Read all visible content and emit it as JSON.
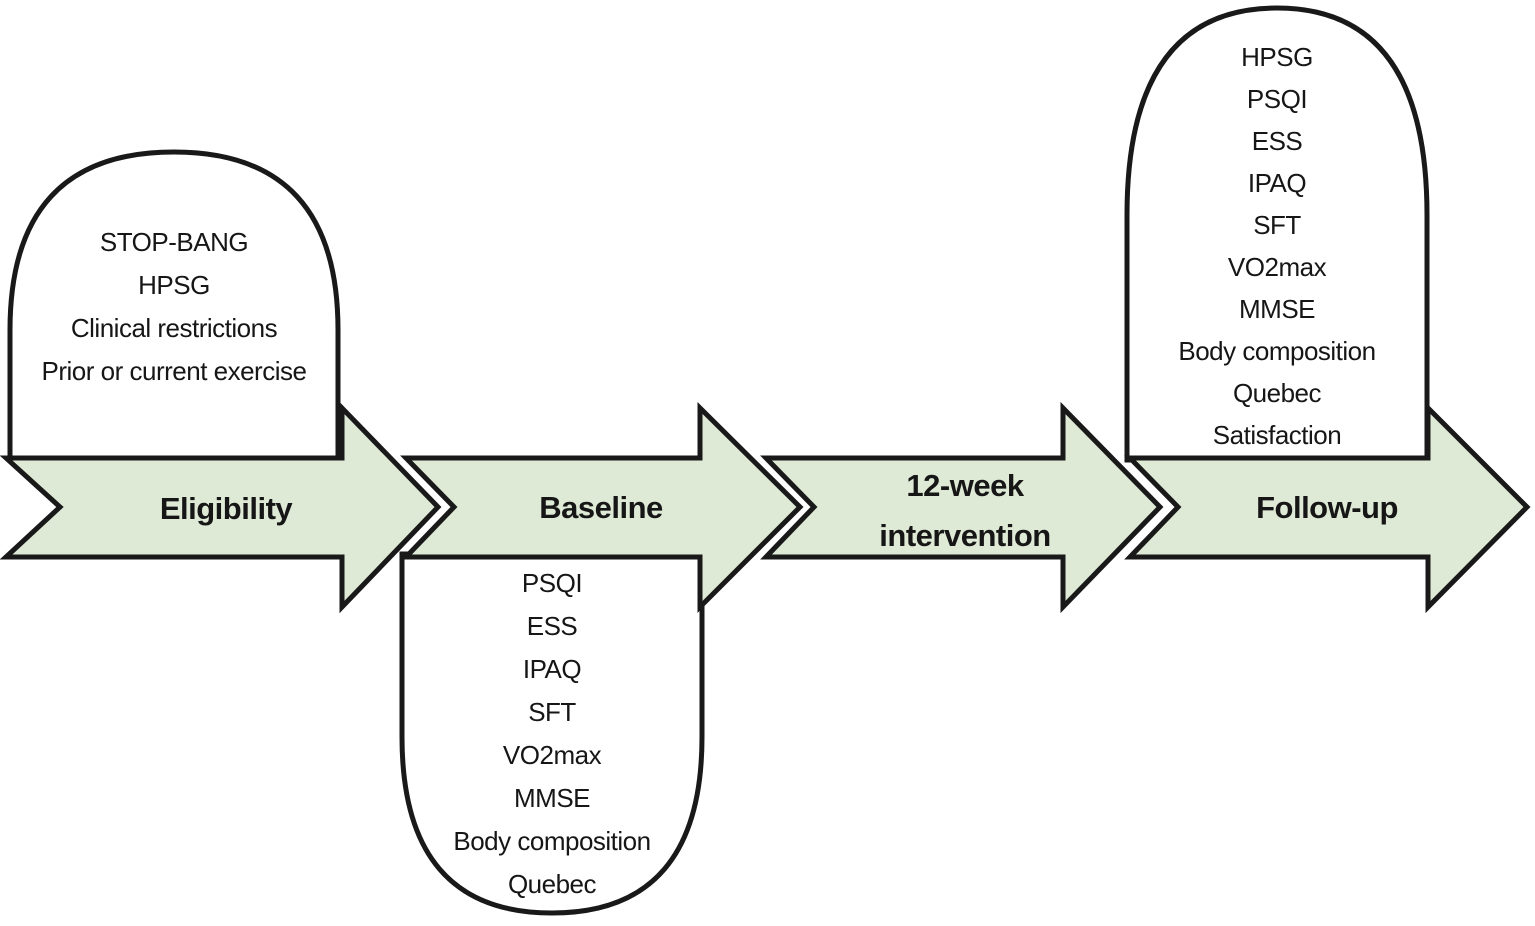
{
  "diagram": {
    "colors": {
      "arrow_fill": "#deead6",
      "callout_fill": "#ffffff",
      "outline": "#191919",
      "text": "#161616"
    },
    "stages": [
      {
        "label": "Eligibility"
      },
      {
        "label": "Baseline"
      },
      {
        "label": "12-week intervention",
        "label_lines": [
          "12-week",
          "intervention"
        ]
      },
      {
        "label": "Follow-up"
      }
    ],
    "callouts": {
      "eligibility": {
        "items": [
          "STOP-BANG",
          "HPSG",
          "Clinical restrictions",
          "Prior or current exercise"
        ]
      },
      "baseline": {
        "items": [
          "PSQI",
          "ESS",
          "IPAQ",
          "SFT",
          "VO2max",
          "MMSE",
          "Body composition",
          "Quebec"
        ]
      },
      "followup": {
        "items": [
          "HPSG",
          "PSQI",
          "ESS",
          "IPAQ",
          "SFT",
          "VO2max",
          "MMSE",
          "Body composition",
          "Quebec",
          "Satisfaction"
        ]
      }
    }
  }
}
